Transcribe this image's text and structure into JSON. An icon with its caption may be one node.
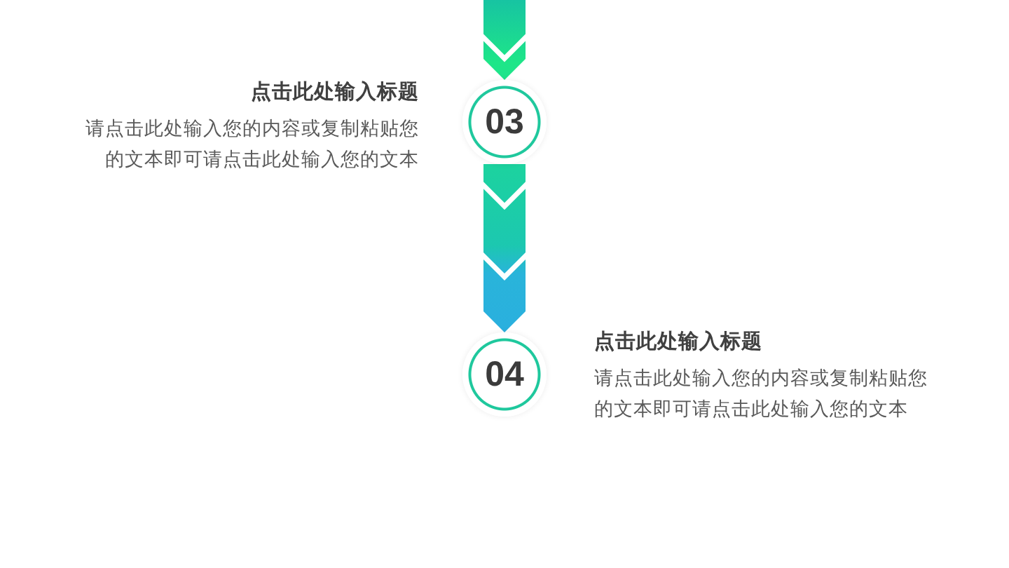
{
  "diagram": {
    "nodes": [
      {
        "text": [
          "03"
        ],
        "beside": [
          "点击此处输入标题",
          "请点击此处输入您的内容或复制粘贴您的文本即可请点击此处输入您的文本"
        ]
      },
      {
        "text": [
          "04"
        ],
        "beside": [
          "点击此处输入标题",
          "请点击此处输入您的内容或复制粘贴您的文本即可请点击此处输入您的文本"
        ]
      }
    ],
    "edges": [
      {
        "from": null,
        "to": 0,
        "arrow": "to"
      },
      {
        "from": 0,
        "to": 1,
        "arrow": "to"
      }
    ]
  }
}
